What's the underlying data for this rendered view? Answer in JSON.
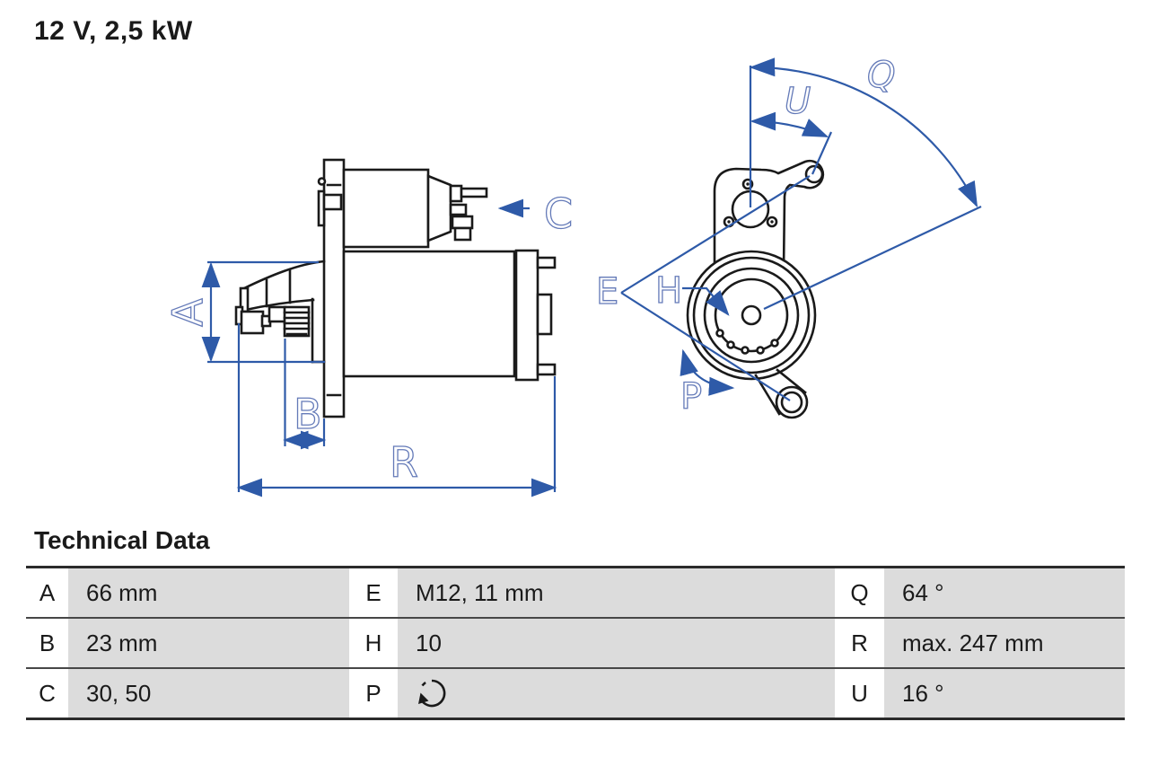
{
  "title": "12 V, 2,5 kW",
  "section_heading": "Technical Data",
  "diagram": {
    "labels": {
      "A": "A",
      "B": "B",
      "C": "C",
      "R": "R",
      "E": "E",
      "H": "H",
      "P": "P",
      "Q": "Q",
      "U": "U"
    }
  },
  "table": {
    "rows": [
      {
        "cells": [
          {
            "label": "A",
            "value": "66 mm"
          },
          {
            "label": "E",
            "value": "M12, 11 mm"
          },
          {
            "label": "Q",
            "value": "64 °"
          }
        ]
      },
      {
        "cells": [
          {
            "label": "B",
            "value": "23 mm"
          },
          {
            "label": "H",
            "value": "10"
          },
          {
            "label": "R",
            "value": "max. 247 mm"
          }
        ]
      },
      {
        "cells": [
          {
            "label": "C",
            "value": "30, 50"
          },
          {
            "label": "P",
            "value_icon": "rotation-ccw-icon"
          },
          {
            "label": "U",
            "value": "16 °"
          }
        ]
      }
    ]
  },
  "colors": {
    "line-black": "#1a1a1a",
    "dim-blue": "#2e5aa8",
    "label-blue": "#647ab8",
    "cell-gray": "#dcdcdc",
    "text-dark": "#1a1a1a"
  }
}
